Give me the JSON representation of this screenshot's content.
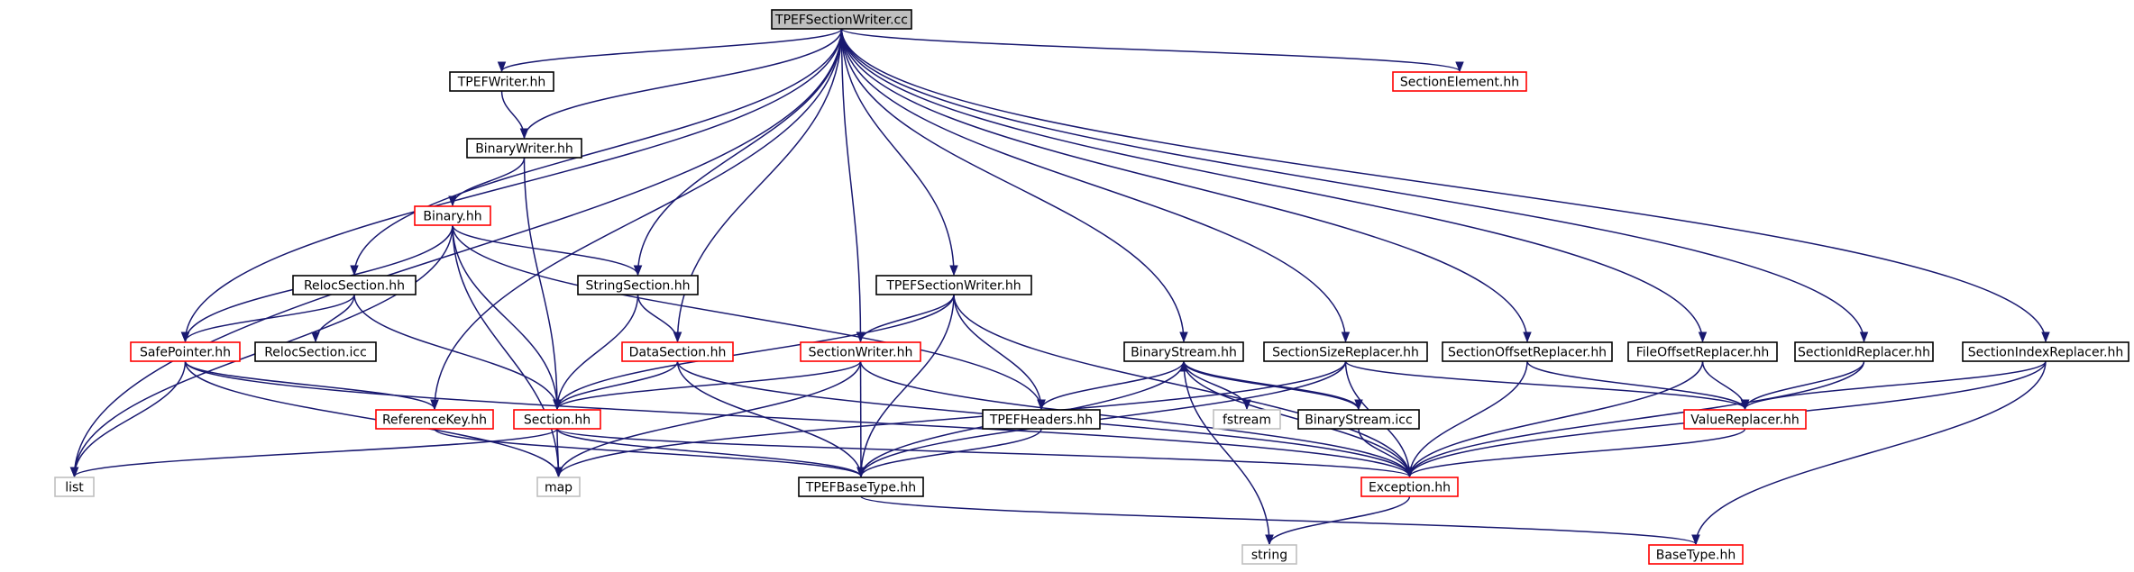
{
  "diagram": {
    "nodes": [
      {
        "id": "tpefsectionwriter_cc",
        "label": "TPEFSectionWriter.cc",
        "style": "root"
      },
      {
        "id": "tpefwriter_hh",
        "label": "TPEFWriter.hh",
        "style": "normal"
      },
      {
        "id": "sectionelement_hh",
        "label": "SectionElement.hh",
        "style": "truncated"
      },
      {
        "id": "binarywriter_hh",
        "label": "BinaryWriter.hh",
        "style": "normal"
      },
      {
        "id": "binary_hh",
        "label": "Binary.hh",
        "style": "truncated"
      },
      {
        "id": "relocsection_hh",
        "label": "RelocSection.hh",
        "style": "normal"
      },
      {
        "id": "stringsection_hh",
        "label": "StringSection.hh",
        "style": "normal"
      },
      {
        "id": "tpefsectionwriter_hh",
        "label": "TPEFSectionWriter.hh",
        "style": "normal"
      },
      {
        "id": "safepointer_hh",
        "label": "SafePointer.hh",
        "style": "truncated"
      },
      {
        "id": "relocsection_icc",
        "label": "RelocSection.icc",
        "style": "normal"
      },
      {
        "id": "datasection_hh",
        "label": "DataSection.hh",
        "style": "truncated"
      },
      {
        "id": "sectionwriter_hh",
        "label": "SectionWriter.hh",
        "style": "truncated"
      },
      {
        "id": "binarystream_hh",
        "label": "BinaryStream.hh",
        "style": "normal"
      },
      {
        "id": "sectionsizereplacer_hh",
        "label": "SectionSizeReplacer.hh",
        "style": "normal"
      },
      {
        "id": "sectionoffsetreplacer_hh",
        "label": "SectionOffsetReplacer.hh",
        "style": "normal"
      },
      {
        "id": "fileoffsetreplacer_hh",
        "label": "FileOffsetReplacer.hh",
        "style": "normal"
      },
      {
        "id": "sectionidreplacer_hh",
        "label": "SectionIdReplacer.hh",
        "style": "normal"
      },
      {
        "id": "sectionindexreplacer_hh",
        "label": "SectionIndexReplacer.hh",
        "style": "normal"
      },
      {
        "id": "referencekey_hh",
        "label": "ReferenceKey.hh",
        "style": "truncated"
      },
      {
        "id": "section_hh",
        "label": "Section.hh",
        "style": "truncated"
      },
      {
        "id": "tpefheaders_hh",
        "label": "TPEFHeaders.hh",
        "style": "normal"
      },
      {
        "id": "fstream",
        "label": "fstream",
        "style": "system"
      },
      {
        "id": "binarystream_icc",
        "label": "BinaryStream.icc",
        "style": "normal"
      },
      {
        "id": "valuereplacer_hh",
        "label": "ValueReplacer.hh",
        "style": "truncated"
      },
      {
        "id": "list",
        "label": "list",
        "style": "system"
      },
      {
        "id": "map",
        "label": "map",
        "style": "system"
      },
      {
        "id": "tpefbasetype_hh",
        "label": "TPEFBaseType.hh",
        "style": "normal"
      },
      {
        "id": "exception_hh",
        "label": "Exception.hh",
        "style": "truncated"
      },
      {
        "id": "string",
        "label": "string",
        "style": "system"
      },
      {
        "id": "basetype_hh",
        "label": "BaseType.hh",
        "style": "truncated"
      }
    ],
    "edges": [
      [
        "tpefsectionwriter_cc",
        "list"
      ],
      [
        "tpefsectionwriter_cc",
        "safepointer_hh"
      ],
      [
        "tpefsectionwriter_cc",
        "tpefwriter_hh"
      ],
      [
        "tpefsectionwriter_cc",
        "relocsection_hh"
      ],
      [
        "tpefsectionwriter_cc",
        "binarywriter_hh"
      ],
      [
        "tpefsectionwriter_cc",
        "referencekey_hh"
      ],
      [
        "tpefsectionwriter_cc",
        "stringsection_hh"
      ],
      [
        "tpefsectionwriter_cc",
        "datasection_hh"
      ],
      [
        "tpefsectionwriter_cc",
        "sectionwriter_hh"
      ],
      [
        "tpefsectionwriter_cc",
        "tpefsectionwriter_hh"
      ],
      [
        "tpefsectionwriter_cc",
        "binarystream_hh"
      ],
      [
        "tpefsectionwriter_cc",
        "sectionsizereplacer_hh"
      ],
      [
        "tpefsectionwriter_cc",
        "sectionoffsetreplacer_hh"
      ],
      [
        "tpefsectionwriter_cc",
        "fileoffsetreplacer_hh"
      ],
      [
        "tpefsectionwriter_cc",
        "sectionidreplacer_hh"
      ],
      [
        "tpefsectionwriter_cc",
        "sectionindexreplacer_hh"
      ],
      [
        "tpefsectionwriter_cc",
        "sectionelement_hh"
      ],
      [
        "tpefwriter_hh",
        "binarywriter_hh"
      ],
      [
        "binarywriter_hh",
        "binary_hh"
      ],
      [
        "binarywriter_hh",
        "section_hh"
      ],
      [
        "binary_hh",
        "list"
      ],
      [
        "binary_hh",
        "map"
      ],
      [
        "binary_hh",
        "safepointer_hh"
      ],
      [
        "binary_hh",
        "section_hh"
      ],
      [
        "binary_hh",
        "stringsection_hh"
      ],
      [
        "binary_hh",
        "tpefheaders_hh"
      ],
      [
        "relocsection_hh",
        "safepointer_hh"
      ],
      [
        "relocsection_hh",
        "relocsection_icc"
      ],
      [
        "relocsection_hh",
        "section_hh"
      ],
      [
        "safepointer_hh",
        "list"
      ],
      [
        "safepointer_hh",
        "map"
      ],
      [
        "safepointer_hh",
        "referencekey_hh"
      ],
      [
        "safepointer_hh",
        "exception_hh"
      ],
      [
        "referencekey_hh",
        "tpefbasetype_hh"
      ],
      [
        "stringsection_hh",
        "datasection_hh"
      ],
      [
        "stringsection_hh",
        "section_hh"
      ],
      [
        "datasection_hh",
        "section_hh"
      ],
      [
        "datasection_hh",
        "tpefbasetype_hh"
      ],
      [
        "datasection_hh",
        "exception_hh"
      ],
      [
        "section_hh",
        "list"
      ],
      [
        "section_hh",
        "map"
      ],
      [
        "section_hh",
        "tpefbasetype_hh"
      ],
      [
        "section_hh",
        "exception_hh"
      ],
      [
        "tpefsectionwriter_hh",
        "sectionwriter_hh"
      ],
      [
        "tpefsectionwriter_hh",
        "section_hh"
      ],
      [
        "tpefsectionwriter_hh",
        "tpefheaders_hh"
      ],
      [
        "tpefsectionwriter_hh",
        "tpefbasetype_hh"
      ],
      [
        "tpefsectionwriter_hh",
        "exception_hh"
      ],
      [
        "sectionwriter_hh",
        "section_hh"
      ],
      [
        "sectionwriter_hh",
        "map"
      ],
      [
        "sectionwriter_hh",
        "tpefbasetype_hh"
      ],
      [
        "sectionwriter_hh",
        "exception_hh"
      ],
      [
        "tpefheaders_hh",
        "tpefbasetype_hh"
      ],
      [
        "binarystream_hh",
        "tpefheaders_hh"
      ],
      [
        "binarystream_hh",
        "fstream"
      ],
      [
        "binarystream_hh",
        "binarystream_icc"
      ],
      [
        "binarystream_hh",
        "string"
      ],
      [
        "binarystream_hh",
        "tpefbasetype_hh"
      ],
      [
        "binarystream_hh",
        "exception_hh"
      ],
      [
        "binarystream_icc",
        "binarystream_hh"
      ],
      [
        "binarystream_icc",
        "exception_hh"
      ],
      [
        "sectionsizereplacer_hh",
        "valuereplacer_hh"
      ],
      [
        "sectionsizereplacer_hh",
        "exception_hh"
      ],
      [
        "sectionsizereplacer_hh",
        "map"
      ],
      [
        "sectionsizereplacer_hh",
        "tpefbasetype_hh"
      ],
      [
        "sectionoffsetreplacer_hh",
        "valuereplacer_hh"
      ],
      [
        "sectionoffsetreplacer_hh",
        "exception_hh"
      ],
      [
        "fileoffsetreplacer_hh",
        "valuereplacer_hh"
      ],
      [
        "fileoffsetreplacer_hh",
        "exception_hh"
      ],
      [
        "sectionidreplacer_hh",
        "valuereplacer_hh"
      ],
      [
        "sectionidreplacer_hh",
        "exception_hh"
      ],
      [
        "sectionindexreplacer_hh",
        "valuereplacer_hh"
      ],
      [
        "sectionindexreplacer_hh",
        "exception_hh"
      ],
      [
        "sectionindexreplacer_hh",
        "basetype_hh"
      ],
      [
        "valuereplacer_hh",
        "exception_hh"
      ],
      [
        "tpefbasetype_hh",
        "basetype_hh"
      ],
      [
        "exception_hh",
        "string"
      ]
    ]
  },
  "colors": {
    "edge": "#191970",
    "root_fill": "#bfbfbf",
    "normal_border": "#000000",
    "truncated_border": "#ff0000",
    "system_border": "#bfbfbf"
  }
}
